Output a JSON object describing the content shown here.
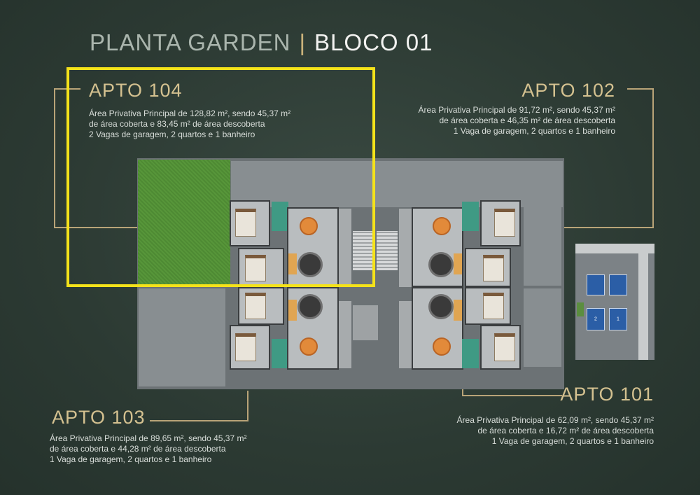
{
  "title": {
    "left": "PLANTA GARDEN",
    "separator": "|",
    "right": "BLOCO 01"
  },
  "apartments": {
    "apto104": {
      "name": "APTO 104",
      "lines": [
        "Área Privativa Principal de 128,82 m², sendo 45,37 m²",
        "de área coberta e 83,45 m² de área descoberta",
        "2 Vagas de garagem, 2 quartos e 1 banheiro"
      ]
    },
    "apto102": {
      "name": "APTO 102",
      "lines": [
        "Área Privativa Principal de 91,72 m², sendo 45,37 m²",
        "de área coberta e 46,35 m² de área descoberta",
        "1 Vaga de garagem, 2 quartos e 1 banheiro"
      ]
    },
    "apto103": {
      "name": "APTO 103",
      "lines": [
        "Área Privativa Principal de 89,65 m², sendo 45,37 m²",
        "de área coberta e 44,28 m² de área descoberta",
        "1 Vaga de garagem, 2 quartos e 1 banheiro"
      ]
    },
    "apto101": {
      "name": "APTO 101",
      "lines": [
        "Área Privativa Principal de 62,09 m², sendo 45,37 m²",
        "de área coberta e 16,72 m² de área descoberta",
        "1 Vaga de garagem, 2 quartos e 1 banheiro"
      ]
    }
  },
  "site_plan": {
    "block_labels": [
      "2",
      "1"
    ]
  },
  "colors": {
    "accent": "#d4c190",
    "highlight": "#f4e21a",
    "background": "#2c3a33"
  }
}
